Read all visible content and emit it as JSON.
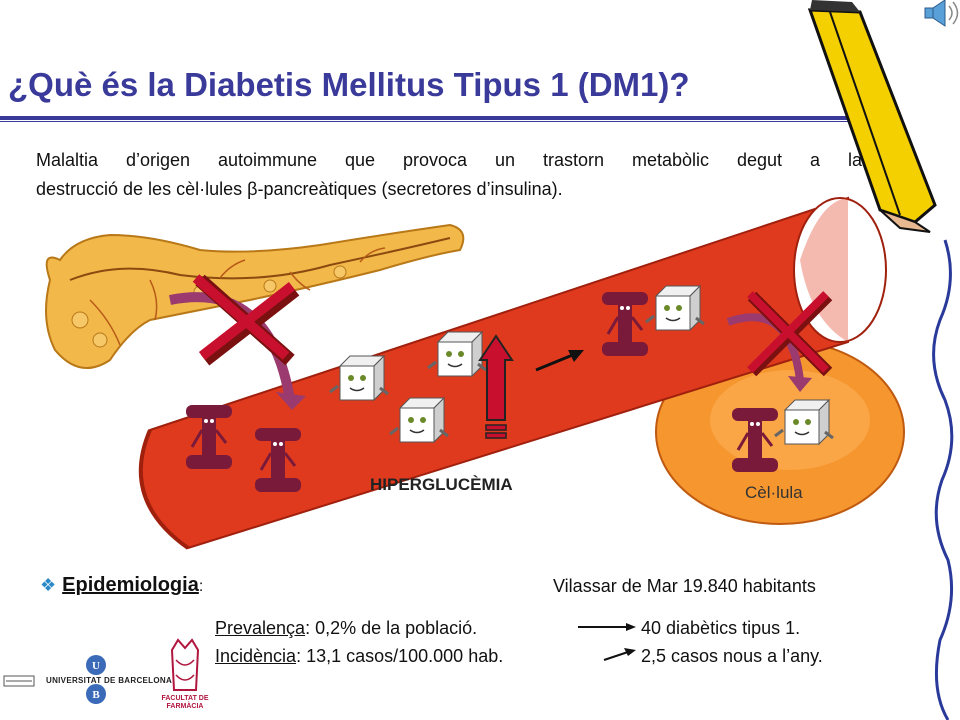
{
  "slide": {
    "title": "¿Què és la Diabetis Mellitus Tipus 1 (DM1)?",
    "intro_line1": "Malaltia d’origen autoimmune que provoca un trastorn metabòlic degut a la",
    "intro_line2": "destrucció de les cèl·lules β-pancreàtiques (secretores d’insulina)."
  },
  "diagram": {
    "hyperglycemia_label": "HIPERGLUCÈMIA",
    "cell_label": "Cèl·lula",
    "colors": {
      "vessel": "#e03a1e",
      "vessel_dark": "#a0200e",
      "cell": "#f5962e",
      "insulin": "#7a1a3a",
      "cross": "#c8102e",
      "arrow": "#9a3a6e"
    }
  },
  "epidemiology": {
    "bullet_icon": "diamond-bullet-icon",
    "heading": "Epidemiologia",
    "colon": ":",
    "town": "Vilassar de Mar 19.840 habitants",
    "prevalence_label": "Prevalença",
    "prevalence_text": ": 0,2% de la població.",
    "prevalence_result": "40 diabètics tipus 1.",
    "incidence_label": "Incidència",
    "incidence_text": ": 13,1 casos/100.000 hab.",
    "incidence_result": "2,5 casos nous a l’any."
  },
  "logos": {
    "university": "UNIVERSITAT DE BARCELONA",
    "faculty": "FACULTAT DE FARMÀCIA"
  }
}
